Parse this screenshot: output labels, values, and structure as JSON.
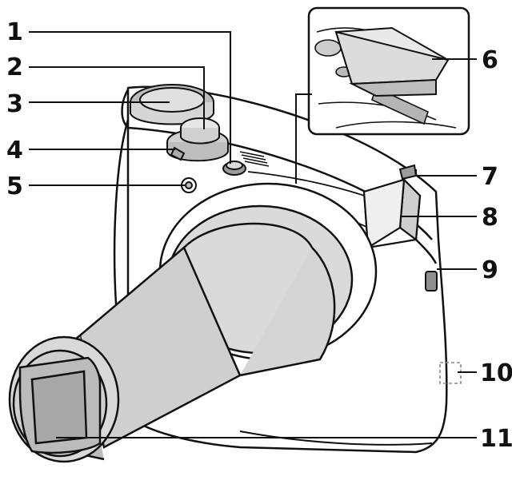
{
  "diagram": {
    "line_color": "#111111",
    "body_fill": "#ffffff",
    "lens_fill": "#c9c9c9",
    "callouts": [
      {
        "number": "1",
        "target": "power-button"
      },
      {
        "number": "2",
        "target": "shutter-button"
      },
      {
        "number": "3",
        "target": "mode-dial"
      },
      {
        "number": "4",
        "target": "zoom-lever"
      },
      {
        "number": "5",
        "target": "self-timer-lamp"
      },
      {
        "number": "6",
        "target": "flash"
      },
      {
        "number": "7",
        "target": "diopter-lever"
      },
      {
        "number": "8",
        "target": "viewfinder"
      },
      {
        "number": "9",
        "target": "strap-hook"
      },
      {
        "number": "10",
        "target": "n-mark"
      },
      {
        "number": "11",
        "target": "lens"
      }
    ]
  }
}
